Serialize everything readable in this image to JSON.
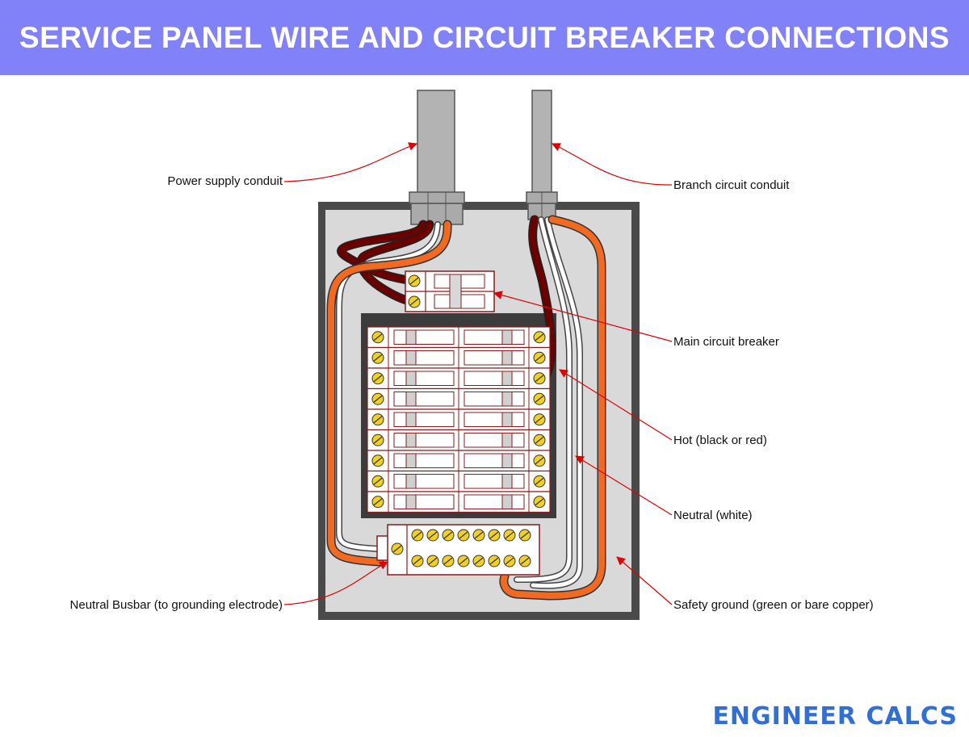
{
  "header": {
    "title": "SERVICE PANEL WIRE AND CIRCUIT BREAKER CONNECTIONS"
  },
  "labels": {
    "power_supply_conduit": "Power supply conduit",
    "branch_circuit_conduit": "Branch circuit conduit",
    "main_circuit_breaker": "Main circuit breaker",
    "hot": "Hot (black or red)",
    "neutral": "Neutral (white)",
    "neutral_busbar": "Neutral Busbar (to grounding electrode)",
    "safety_ground": "Safety ground (green or bare copper)"
  },
  "brand": {
    "name": "ENGINEER CALCS"
  },
  "colors": {
    "banner": "#8282f8",
    "hot_wire": "#6b0000",
    "ground_wire": "#f26a21",
    "neutral_wire": "#ffffff",
    "screw": "#f0d020",
    "leader": "#e00000",
    "brand": "#2f6fd6"
  },
  "panel": {
    "breaker_rows": 9,
    "busbar_screws_per_row": 8
  }
}
